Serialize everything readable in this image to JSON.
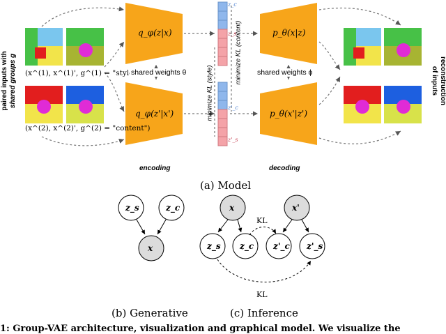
{
  "model": {
    "side_left": [
      "paired inputs with",
      "shared groups g"
    ],
    "side_right": [
      "reconstruction",
      "of inputs"
    ],
    "pair1_label": "(x^(1), x^(1)', g^(1) = \"style\")",
    "pair2_label": "(x^(2), x^(2)', g^(2) = \"content\")",
    "encoder_top": "q_φ(z|x)",
    "encoder_bottom": "q_φ(z'|x')",
    "decoder_top": "p_θ(x|z)",
    "decoder_bottom": "p_θ(x'|z')",
    "shared_enc": "shared weights θ",
    "shared_dec": "shared weights ϕ",
    "kl_style": "minimize KL (style)",
    "kl_content": "minimize KL (content)",
    "latent_labels": [
      "z_c",
      "z_s",
      "z'_c",
      "z'_s"
    ],
    "encoding": "encoding",
    "decoding": "decoding",
    "caption": "(a) Model"
  },
  "generative": {
    "nodes": [
      "z_s",
      "z_c",
      "x"
    ],
    "caption": "(b) Generative"
  },
  "inference": {
    "nodes": [
      "x",
      "x'",
      "z_s",
      "z_c",
      "z'_c",
      "z'_s"
    ],
    "kl_top": "KL",
    "kl_bottom": "KL",
    "caption": "(c) Inference"
  },
  "figure_caption": "1: Group-VAE architecture, visualization and graphical model. We visualize the"
}
